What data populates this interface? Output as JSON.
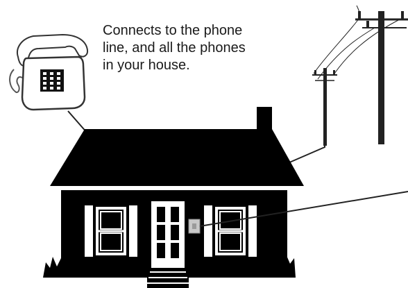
{
  "caption": {
    "lines": [
      "Connects to the phone",
      "line, and all the phones",
      "in your house."
    ]
  },
  "colors": {
    "house": "#000000",
    "background": "#ffffff",
    "jack_box": "#c8c8c8",
    "phone_line": "#222222"
  },
  "icons": [
    "telephone-icon",
    "utility-pole-icon",
    "house-icon",
    "phone-jack-icon"
  ]
}
